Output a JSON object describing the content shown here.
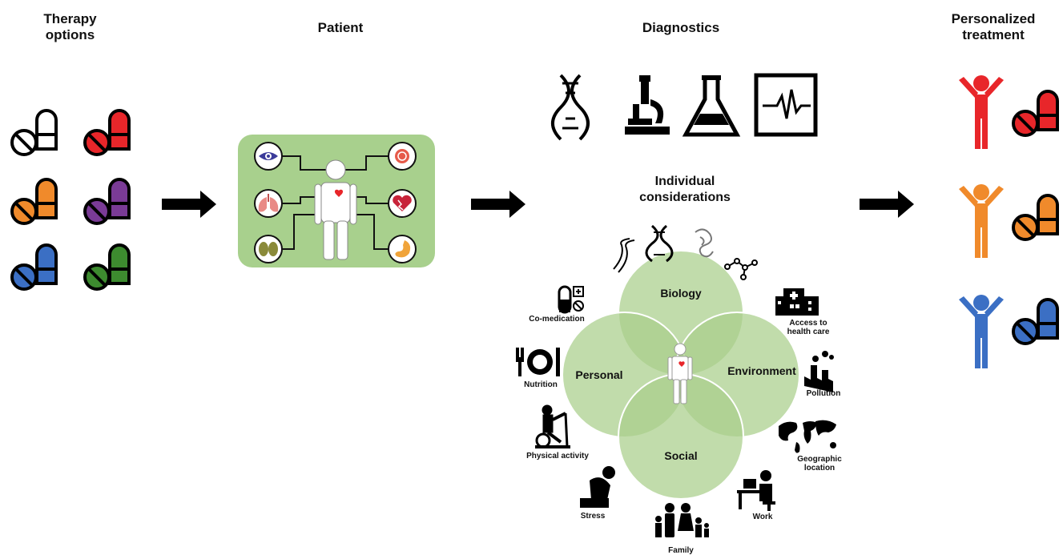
{
  "columns": {
    "therapy": "Therapy options",
    "patient": "Patient",
    "diagnostics": "Diagnostics",
    "treatment": "Personalized treatment"
  },
  "individual": "Individual considerations",
  "zones": {
    "biology": "Biology",
    "personal": "Personal",
    "environment": "Environment",
    "social": "Social"
  },
  "factors": {
    "comedication": "Co-medication",
    "nutrition": "Nutrition",
    "physical": "Physical activity",
    "stress": "Stress",
    "family": "Family",
    "work": "Work",
    "geo": "Geographic location",
    "pollution": "Pollution",
    "access": "Access to health care"
  },
  "colors": {
    "red": "#e8262a",
    "orange": "#f08a2b",
    "purple": "#7a3b96",
    "blue": "#3b6fc4",
    "green": "#3d8b2f",
    "patient_bg": "#a8d08d",
    "venn": "#a9cf8b"
  },
  "icons": [
    "dna-icon",
    "microscope-icon",
    "flask-icon",
    "monitor-ecg-icon",
    "eye-icon",
    "stomach-icon",
    "heart-icon",
    "lungs-icon",
    "kidney-icon",
    "brain-icon"
  ]
}
